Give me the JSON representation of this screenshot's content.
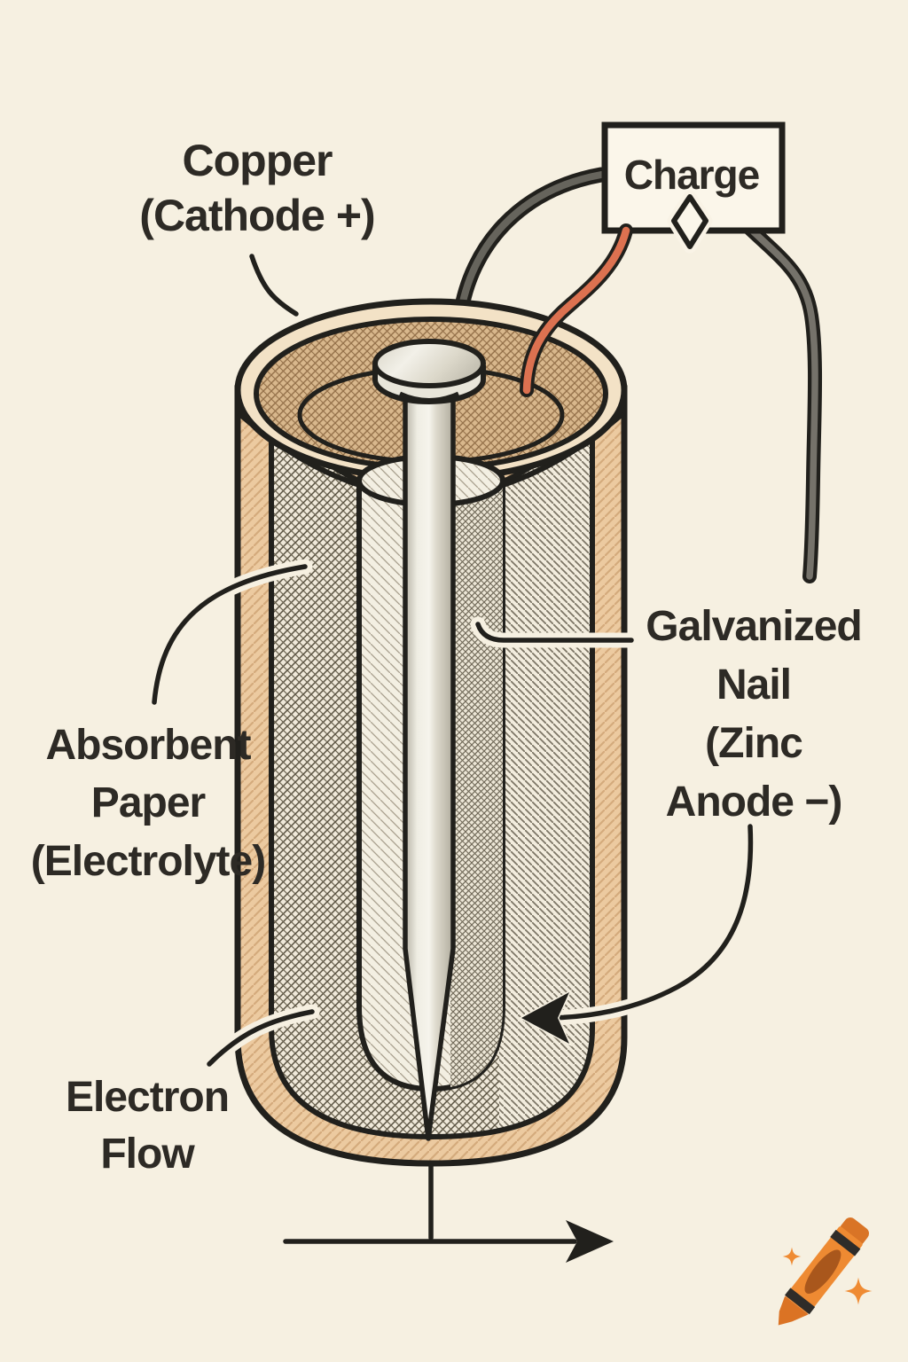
{
  "title": "Homemade nail battery cutaway diagram",
  "labels": {
    "copper": {
      "lines": [
        "Copper",
        "(Cathode +)"
      ]
    },
    "charge_box": {
      "label": "Charge"
    },
    "galvanized_nail": {
      "lines": [
        "Galvanized",
        "Nail",
        "(Zinc",
        "Anode −)"
      ]
    },
    "absorbent_paper": {
      "lines": [
        "Absorbent",
        "Paper",
        "(Electrolyte)"
      ]
    },
    "electron_flow": {
      "lines": [
        "Electron",
        "Flow"
      ]
    }
  },
  "colors": {
    "background": "#f6f0e1",
    "outline": "#21201c",
    "copper_shell": "#eccaa0",
    "copper_lip": "#f3e2c6",
    "rim_interior": "#d8b78c",
    "paper_fill": "#efe8d9",
    "nail_gray": "#e9e6da",
    "wire_positive_orange": "#dc7150",
    "wire_negative_gray": "#75726a",
    "wire_dark": "#66645c",
    "text": "#2d2a25",
    "crayon_orange": "#ee8a32"
  },
  "icons": {
    "charge_indicator": "diamond-arrow-icon",
    "watermark": "crayon-icon",
    "watermark_accents": "sparkle-icon"
  }
}
